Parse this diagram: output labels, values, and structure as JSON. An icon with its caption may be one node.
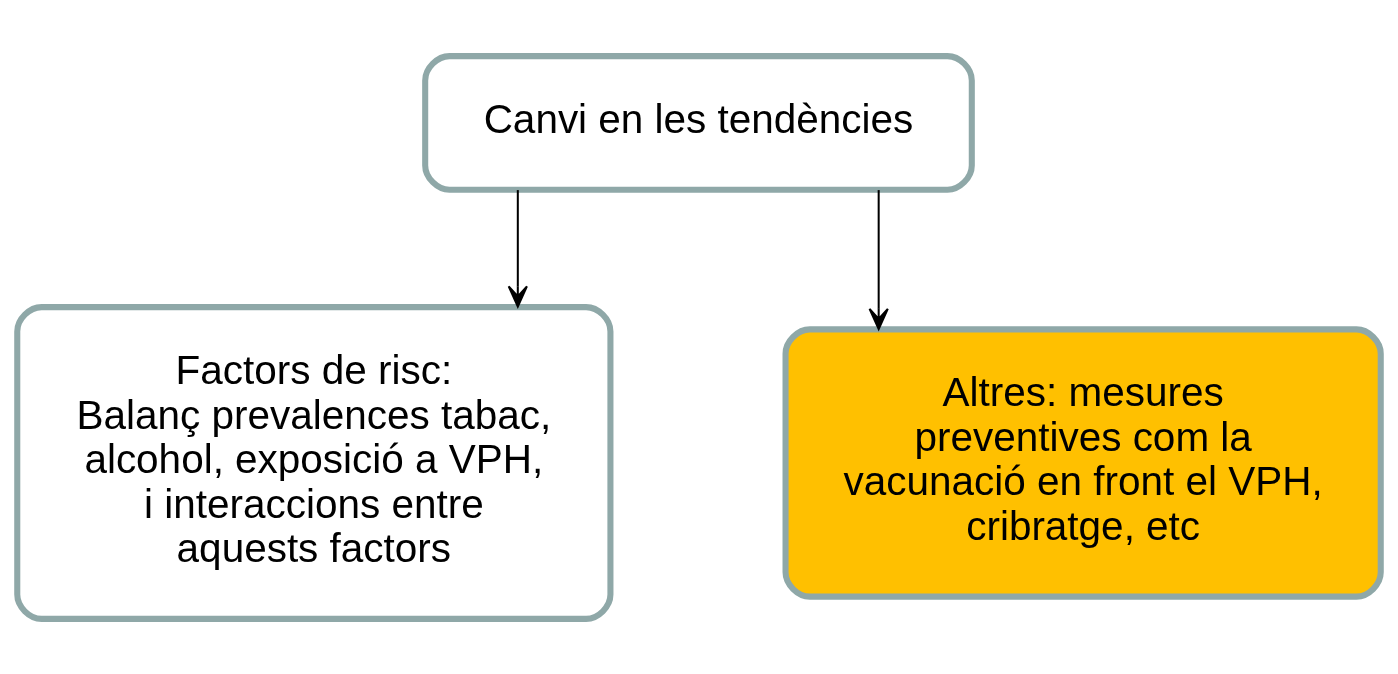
{
  "diagram": {
    "nodes": [
      {
        "text": [
          "Canvi en les tendències"
        ]
      },
      {
        "text": [
          "Factors de risc:",
          "Balanç prevalences tabac, alcohol, exposició a VPH, i interaccions entre aquests factors"
        ]
      },
      {
        "text": [
          "Altres: mesures preventives com la vacunació en front el VPH, cribratge, etc"
        ]
      }
    ],
    "edges": [
      {
        "from": 0,
        "to": 1,
        "arrow": "to"
      },
      {
        "from": 0,
        "to": 2,
        "arrow": "to"
      }
    ]
  }
}
